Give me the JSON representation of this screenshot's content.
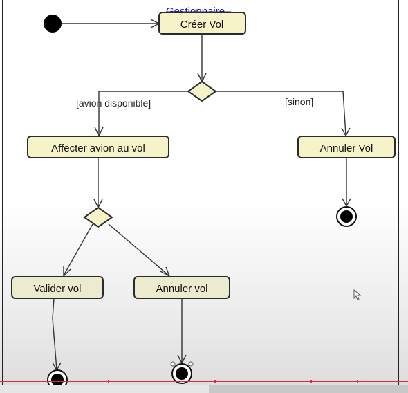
{
  "diagram": {
    "swimlane_label": "Gestionnaire",
    "actions": {
      "creer_vol": "Créer Vol",
      "affecter_avion": "Affecter avion au vol",
      "annuler_vol_top": "Annuler Vol",
      "valider_vol": "Valider vol",
      "annuler_vol_bottom": "Annuler vol"
    },
    "guards": {
      "avion_disponible": "[avion disponible]",
      "sinon": "[sinon]"
    }
  }
}
